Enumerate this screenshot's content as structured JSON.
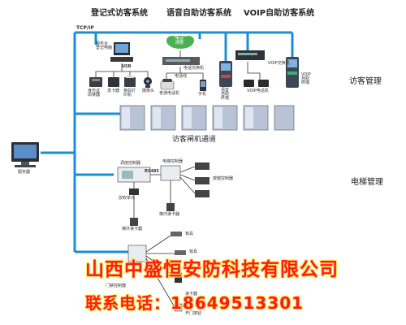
{
  "network_label": "TCP/IP",
  "sections": {
    "registration": "登记式访客系统",
    "voice": "语音自助访客系统",
    "voip": "VOIP自助访客系统"
  },
  "zones": {
    "visitor": "访客管理",
    "elevator": "电梯管理"
  },
  "devices": {
    "server": "服务器",
    "reg_pc": "服务台\n登记电脑",
    "usb": "USB",
    "id_reader": "身份证\n阅读器",
    "card_issuer": "发卡器",
    "receipt_printer": "条码打\n印机",
    "camera": "摄像头",
    "internet": "电话\n网络",
    "phone_switch": "电话交换机",
    "phone_line": "电话线",
    "desk_phone": "普通电话机",
    "mobile": "手机",
    "voice_kiosk": "语音\n自助\n终端",
    "voip_switch": "VOIP交换机",
    "voip_phone": "VOIP电话机",
    "voip_kiosk": "VOIP\n自助\n终端",
    "turnstile": "访客闸机通道",
    "lift_master": "调度控制器",
    "rs485": "RS485",
    "lift_ctrl": "电梯控制器",
    "button_ctrl": "按键控制器",
    "auth_unit": "授权单元",
    "lift_reader_out": "梯外读卡器",
    "lift_reader_in": "梯内读卡器",
    "lock_a": "锁具",
    "door_ctrl": "门禁控制器",
    "lock_b": "锁具",
    "reader": "读卡器",
    "exit_button": "开门按钮"
  },
  "banner": {
    "company": "山西中盛恒安防科技有限公司",
    "phone": "联系电话：18649513301"
  },
  "colors": {
    "network": "#1a8fd6",
    "banner_text": "#ff1a1a",
    "banner_outline": "#ffe95a",
    "gate": "#b8c3d6"
  }
}
